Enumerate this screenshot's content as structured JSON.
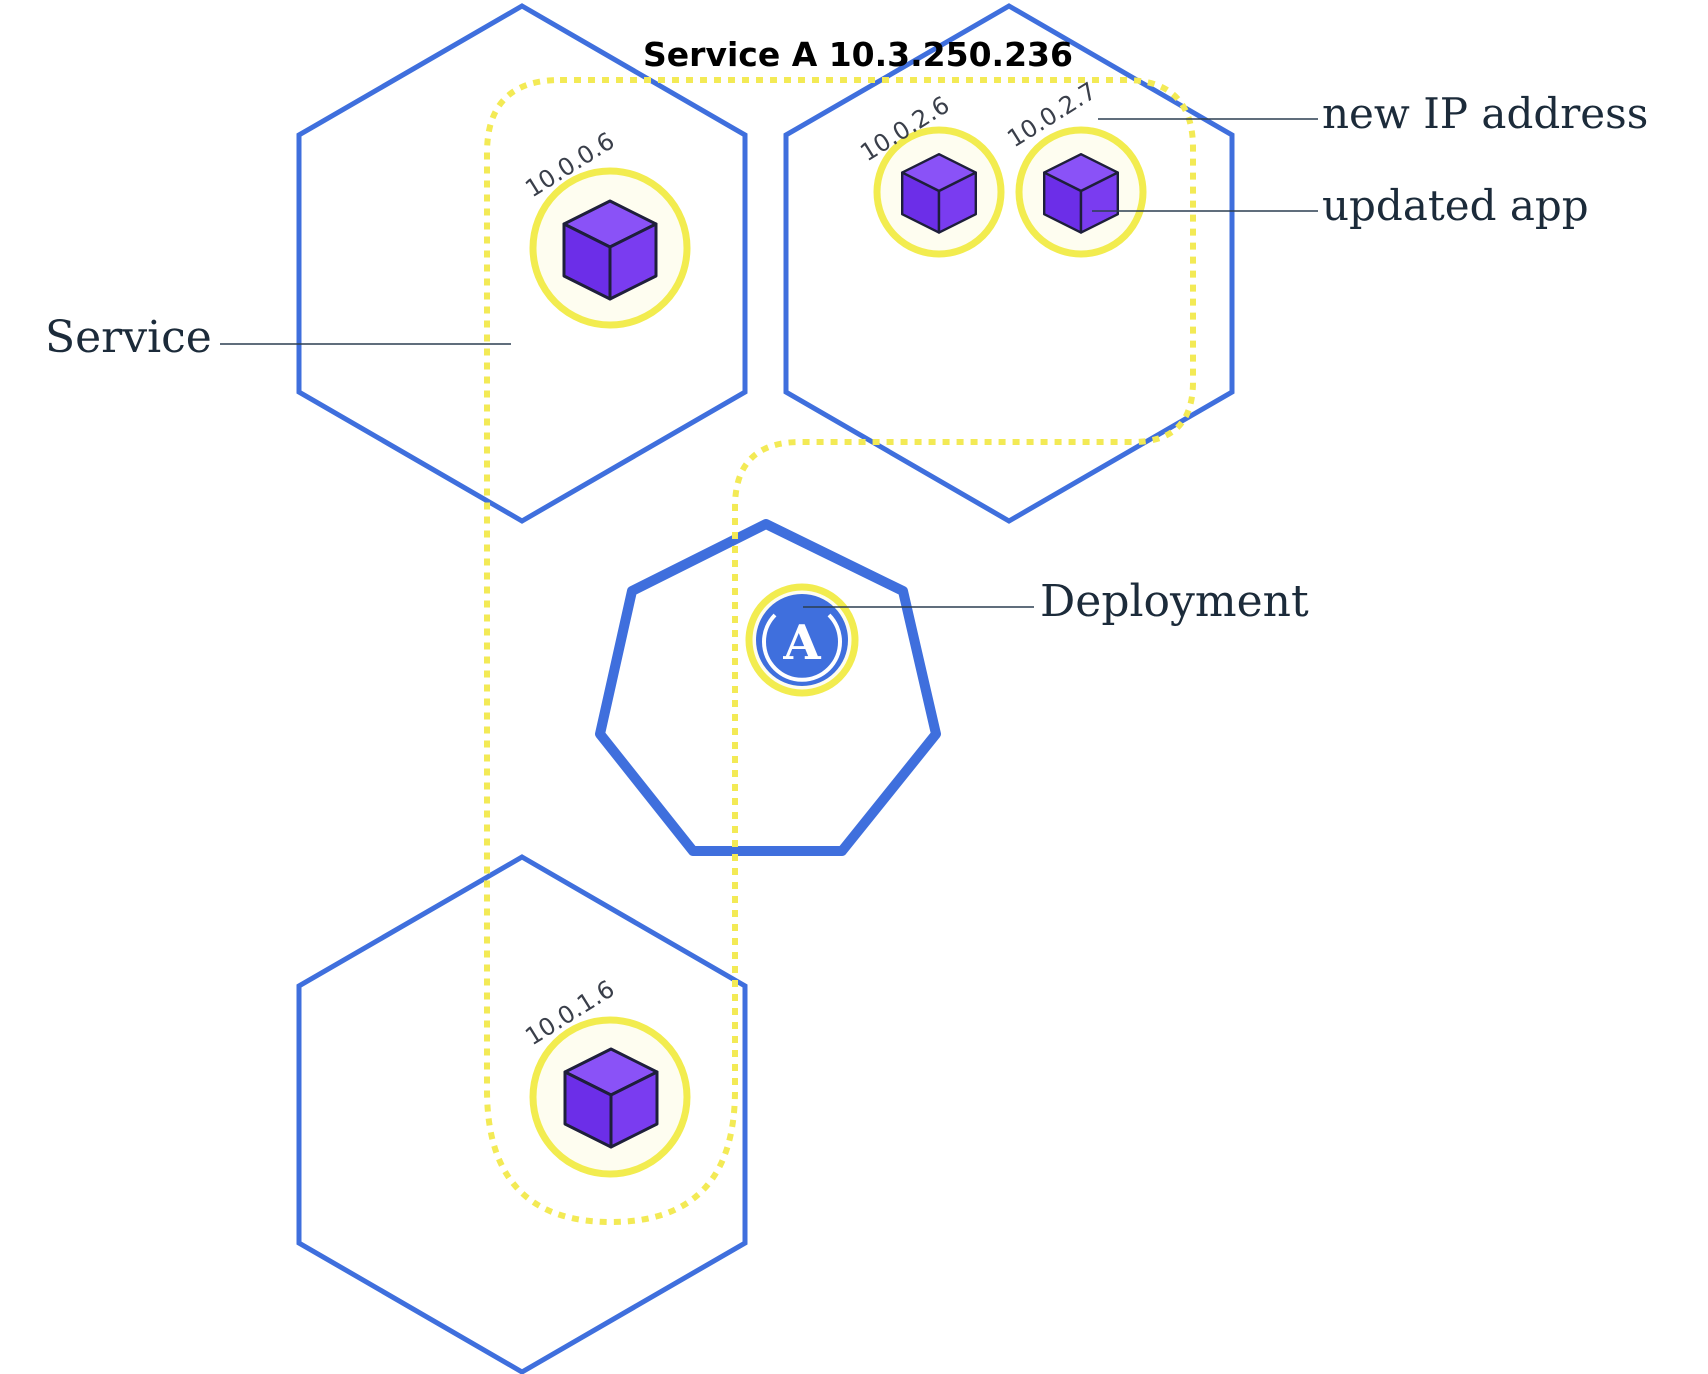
{
  "diagram": {
    "title": "Service A 10.3.250.236",
    "labels": {
      "new_ip": "new IP address",
      "updated_app": "updated app",
      "service": "Service",
      "deployment": "Deployment"
    },
    "pods": [
      {
        "ip": "10.0.0.6"
      },
      {
        "ip": "10.0.2.6"
      },
      {
        "ip": "10.0.2.7"
      },
      {
        "ip": "10.0.1.6"
      }
    ],
    "deployment_badge": "A",
    "colors": {
      "node": "#3f6fdd",
      "service_outline": "#f3ea55",
      "pod_cube": "#7135f3",
      "badge": "#3f6fdd"
    }
  }
}
